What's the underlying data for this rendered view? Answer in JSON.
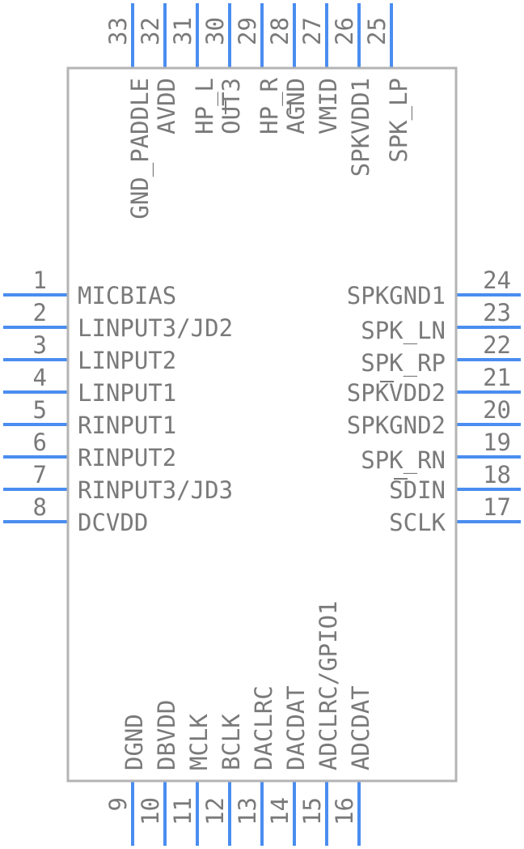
{
  "component": {
    "body_color": "#ffffff",
    "outline_color": "#b4b4b4",
    "pin_color": "#4a8df0",
    "text_color": "#7a7a7a"
  },
  "pins_left": [
    {
      "number": "1",
      "name": "MICBIAS"
    },
    {
      "number": "2",
      "name": "LINPUT3/JD2"
    },
    {
      "number": "3",
      "name": "LINPUT2"
    },
    {
      "number": "4",
      "name": "LINPUT1"
    },
    {
      "number": "5",
      "name": "RINPUT1"
    },
    {
      "number": "6",
      "name": "RINPUT2"
    },
    {
      "number": "7",
      "name": "RINPUT3/JD3"
    },
    {
      "number": "8",
      "name": "DCVDD"
    }
  ],
  "pins_bottom": [
    {
      "number": "9",
      "name": "DGND"
    },
    {
      "number": "10",
      "name": "DBVDD"
    },
    {
      "number": "11",
      "name": "MCLK"
    },
    {
      "number": "12",
      "name": "BCLK"
    },
    {
      "number": "13",
      "name": "DACLRC"
    },
    {
      "number": "14",
      "name": "DACDAT"
    },
    {
      "number": "15",
      "name": "ADCLRC/GPIO1"
    },
    {
      "number": "16",
      "name": "ADCDAT"
    }
  ],
  "pins_right": [
    {
      "number": "24",
      "name": "SPKGND1"
    },
    {
      "number": "23",
      "name": "SPK_LN"
    },
    {
      "number": "22",
      "name": "SPK_RP"
    },
    {
      "number": "21",
      "name": "SPKVDD2"
    },
    {
      "number": "20",
      "name": "SPKGND2"
    },
    {
      "number": "19",
      "name": "SPK_RN"
    },
    {
      "number": "18",
      "name": "SDIN"
    },
    {
      "number": "17",
      "name": "SCLK"
    }
  ],
  "pins_top": [
    {
      "number": "33",
      "name": "GND_PADDLE"
    },
    {
      "number": "32",
      "name": "AVDD"
    },
    {
      "number": "31",
      "name": "HP_L"
    },
    {
      "number": "30",
      "name": "OUT3"
    },
    {
      "number": "29",
      "name": "HP_R"
    },
    {
      "number": "28",
      "name": "AGND"
    },
    {
      "number": "27",
      "name": "VMID"
    },
    {
      "number": "26",
      "name": "SPKVDD1"
    },
    {
      "number": "25",
      "name": "SPK_LP"
    }
  ]
}
